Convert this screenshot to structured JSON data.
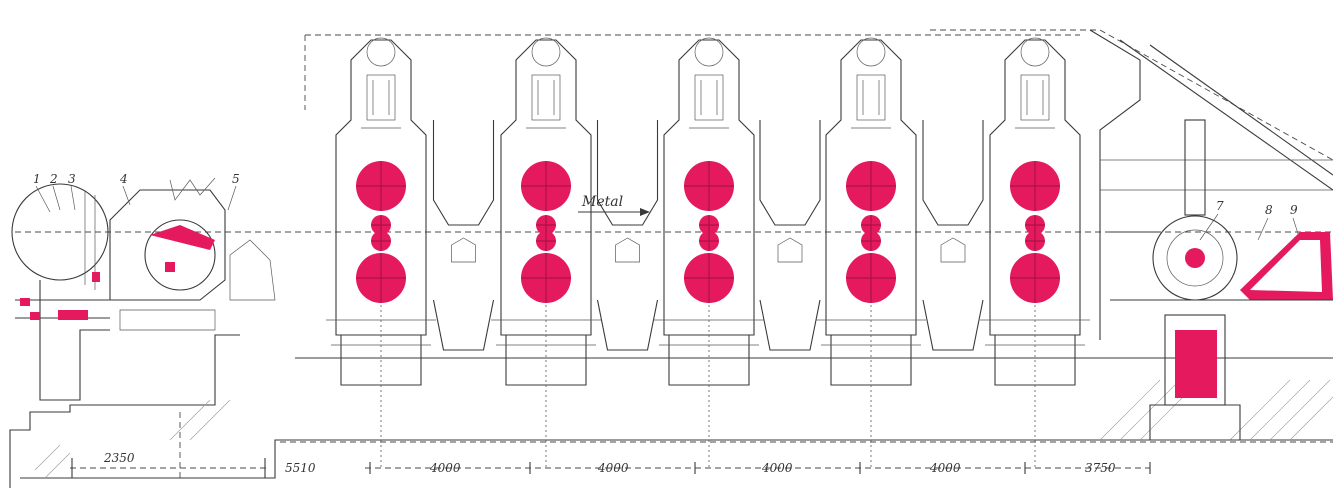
{
  "diagram": {
    "flow_label": "Metal",
    "part_numbers": [
      "1",
      "2",
      "3",
      "4",
      "5",
      "7",
      "8",
      "9"
    ],
    "dimensions": [
      "2350",
      "5510",
      "4000",
      "4000",
      "4000",
      "4000",
      "3750"
    ],
    "stand_count": 5,
    "colors": {
      "highlight": "#e5195e",
      "ink": "#3a3a3a"
    }
  }
}
